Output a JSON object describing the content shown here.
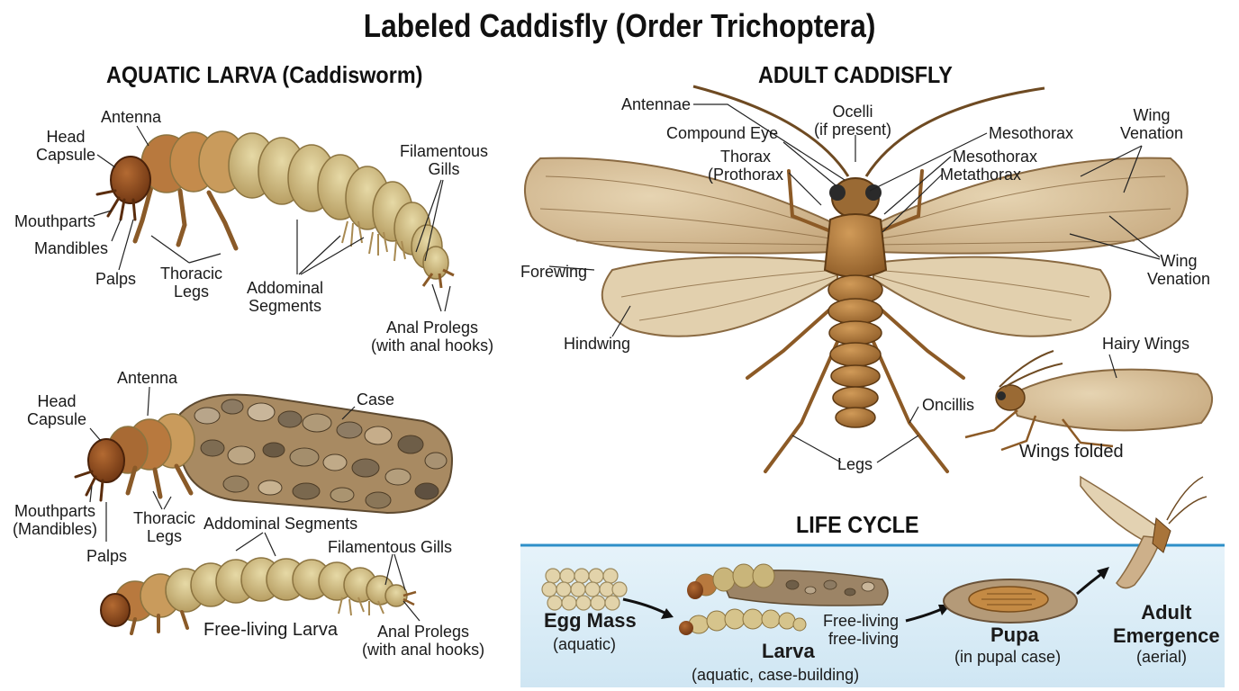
{
  "title": "Labeled Caddisfly (Order Trichoptera)",
  "sections": {
    "larva": "AQUATIC LARVA (Caddisworm)",
    "adult": "ADULT CADDISFLY",
    "lifecycle": "LIFE CYCLE"
  },
  "larva_top": {
    "antenna": "Antenna",
    "head_capsule": "Head\nCapsule",
    "mouthparts": "Mouthparts",
    "mandibles": "Mandibles",
    "palps": "Palps",
    "thoracic_legs": "Thoracic\nLegs",
    "abdominal_segments": "Addominal\nSegments",
    "filamentous_gills": "Filamentous\nGills",
    "anal_prolegs": "Anal Prolegs\n(with anal hooks)"
  },
  "larva_case": {
    "antenna": "Antenna",
    "head_capsule": "Head\nCapsule",
    "case": "Case",
    "mouthparts": "Mouthparts\n(Mandibles)",
    "palps": "Palps",
    "thoracic_legs": "Thoracic\nLegs",
    "abdominal_segments": "Addominal Segments"
  },
  "larva_free": {
    "filamentous_gills": "Filamentous Gills",
    "caption": "Free-living Larva",
    "anal_prolegs": "Anal Prolegs\n(with anal hooks)"
  },
  "adult": {
    "antennae": "Antennae",
    "ocelli": "Ocelli\n(if present)",
    "compound_eye": "Compound Eye",
    "thorax": "Thorax\n(Prothorax",
    "mesothorax_1": "Mesothorax",
    "mesothorax_2": "Mesothorax",
    "metathorax": "Metathorax",
    "wing_venation_1": "Wing\nVenation",
    "wing_venation_2": "Wing\nVenation",
    "forewing": "Forewing",
    "hindwing": "Hindwing",
    "hairy_wings": "Hairy Wings",
    "oncillis": "Oncillis",
    "wings_folded": "Wings folded",
    "legs": "Legs"
  },
  "lifecycle": {
    "egg_mass": "Egg Mass",
    "egg_sub": "(aquatic)",
    "free_living": "Free-living\nfree-living",
    "larva": "Larva",
    "larva_sub": "(aquatic, case-building)",
    "pupa": "Pupa",
    "pupa_sub": "(in pupal case)",
    "adult": "Adult\nEmergence",
    "adult_sub": "(aerial)"
  },
  "colors": {
    "larva_body": "#c9b57a",
    "larva_head": "#8a4a1e",
    "wing": "#d9c4a0",
    "adult_body": "#a8743a",
    "water": "#d8ecf6",
    "water_line": "#2e8fc8"
  }
}
